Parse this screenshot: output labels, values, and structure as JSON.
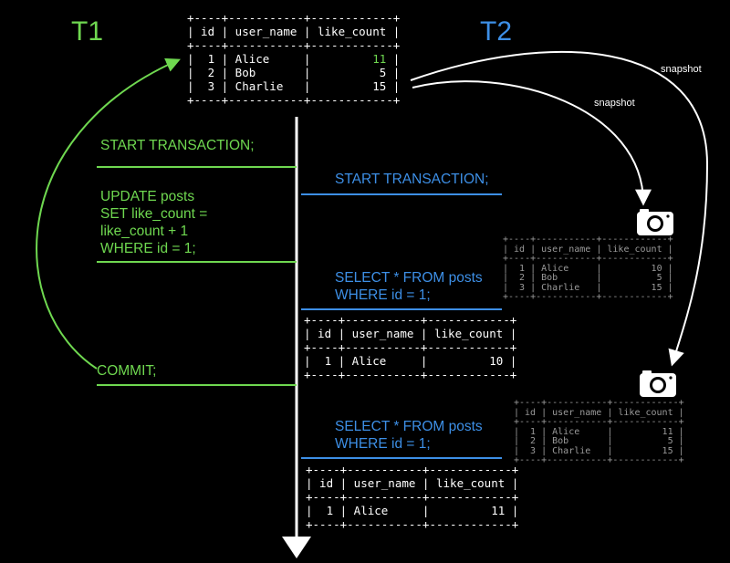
{
  "labels": {
    "t1": "T1",
    "t2": "T2",
    "snapshot_1": "snapshot",
    "snapshot_2": "snapshot"
  },
  "t1_steps": {
    "start": "START TRANSACTION;",
    "update": [
      "UPDATE posts",
      "SET like_count =",
      "like_count + 1",
      "WHERE id = 1;"
    ],
    "commit": "COMMIT;"
  },
  "t2_steps": {
    "start": "START TRANSACTION;",
    "select_1": [
      "SELECT *  FROM posts",
      "WHERE id = 1;"
    ],
    "select_2": [
      "SELECT *  FROM posts",
      "WHERE id = 1;"
    ]
  },
  "tables": {
    "source": {
      "head": "+----+-----------+------------+\n| id | user_name | like_count |\n+----+-----------+------------+",
      "rows": [
        {
          "pre": "|  1 | Alice     |         ",
          "count": "11",
          "post": " |"
        },
        {
          "pre": "|  2 | Bob       |          ",
          "count": "5",
          "post": " |"
        },
        {
          "pre": "|  3 | Charlie   |         ",
          "count": "15",
          "post": " |"
        }
      ],
      "foot": "+----+-----------+------------+"
    },
    "snapshot_before": "+----+-----------+------------+\n| id | user_name | like_count |\n+----+-----------+------------+\n|  1 | Alice     |         10 |\n|  2 | Bob       |          5 |\n|  3 | Charlie   |         15 |\n+----+-----------+------------+",
    "snapshot_after": "+----+-----------+------------+\n| id | user_name | like_count |\n+----+-----------+------------+\n|  1 | Alice     |         11 |\n|  2 | Bob       |          5 |\n|  3 | Charlie   |         15 |\n+----+-----------+------------+",
    "result_1": "+----+-----------+------------+\n| id | user_name | like_count |\n+----+-----------+------------+\n|  1 | Alice     |         10 |\n+----+-----------+------------+",
    "result_2": "+----+-----------+------------+\n| id | user_name | like_count |\n+----+-----------+------------+\n|  1 | Alice     |         11 |\n+----+-----------+------------+"
  },
  "icons": [
    "camera-icon",
    "camera-icon"
  ],
  "colors": {
    "t1": "#6fd850",
    "t2": "#3d8fe6",
    "timeline": "#ffffff",
    "background": "#000000"
  }
}
